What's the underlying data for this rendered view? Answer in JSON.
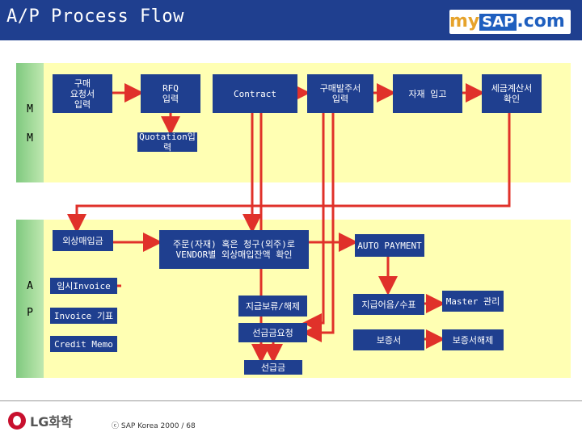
{
  "header": {
    "title": "A/P Process Flow",
    "logo": {
      "my": "my",
      "sap": "SAP",
      "com": ".com"
    }
  },
  "mm_section": {
    "row_labels": [
      "M",
      "M"
    ],
    "boxes": {
      "purchase_request": "구매\n요청서\n입력",
      "rfq": "RFQ\n입력",
      "contract": "Contract",
      "purchase_order": "구매발주서\n입력",
      "goods_receipt": "자재 입고",
      "tax_invoice": "세금계산서\n확인",
      "quotation": "Quotation입력"
    }
  },
  "ap_section": {
    "row_labels": [
      "A",
      "P"
    ],
    "boxes": {
      "vendor_payable": "외상매입금",
      "vendor_check": "주문(자재) 혹은 청구(외주)로\nVENDOR별 외상매입잔액 확인",
      "auto_payment": "AUTO PAYMENT",
      "temp_invoice": "임시Invoice",
      "invoice_entry": "Invoice 기표",
      "credit_memo": "Credit Memo",
      "payment_hold": "지급보류/해제",
      "check_draft": "지급어음/수표",
      "master_manage": "Master 관리",
      "advance_request": "선급금요청",
      "guarantee": "보증서",
      "guarantee_release": "보증서해제",
      "advance_payment": "선급금"
    }
  },
  "footer": {
    "company": "LG화학",
    "copyright": "ⓒ SAP Korea 2000 / 68"
  },
  "colors": {
    "header_bg": "#1f3f8f",
    "box_bg": "#1f3f8f",
    "panel_bg": "#ffffb3",
    "arrow": "#e0312a",
    "label_bg": "#7fc97f"
  }
}
